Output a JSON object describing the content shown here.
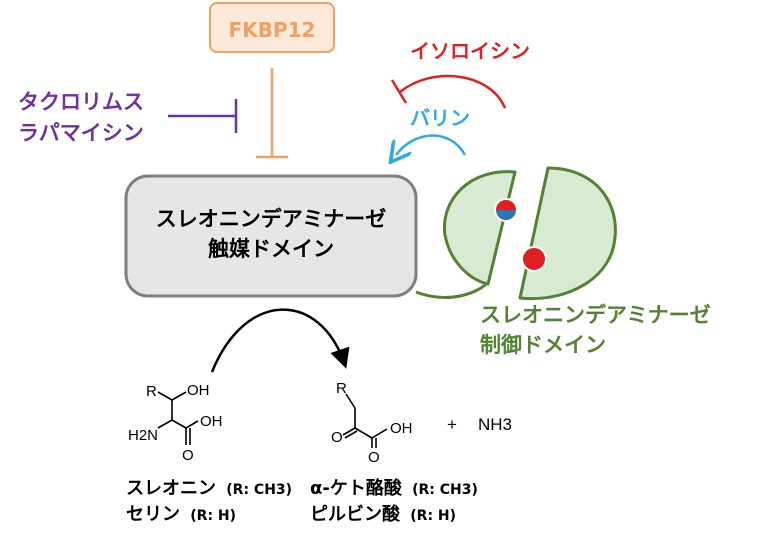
{
  "fkbp": {
    "label": "FKBP12"
  },
  "inhibitor": {
    "line1": "タクロリムス",
    "line2": "ラパマイシン"
  },
  "isoleucine": {
    "label": "イソロイシン"
  },
  "valine": {
    "label": "バリン"
  },
  "catalytic": {
    "line1": "スレオニンデアミナーゼ",
    "line2": "触媒ドメイン"
  },
  "regulatory": {
    "line1": "スレオニンデアミナーゼ",
    "line2": "制御ドメイン"
  },
  "substrate": {
    "r_label": "R",
    "oh_label": "OH",
    "nh2_label": "H2N",
    "cooh_label": "OH",
    "o_label": "O",
    "name1": "スレオニン",
    "name1_suffix": "(R: CH3)",
    "name2": "セリン",
    "name2_suffix": "(R: H)"
  },
  "product": {
    "r_label": "R",
    "oh_label": "OH",
    "o_left": "O",
    "o_bottom": "O",
    "plus": "+",
    "nh3": "NH3",
    "name1": "α-ケト酪酸",
    "name1_suffix": "(R: CH3)",
    "name2": "ピルビン酸",
    "name2_suffix": "(R: H)"
  },
  "colors": {
    "fkbp": "#f0a060",
    "fkbp_fill": "#fde9d9",
    "inhibitor": "#7030a0",
    "isoleucine": "#e02020",
    "valine": "#2eaadc",
    "regulatory": "#548235",
    "regulatory_fill": "#d9ead3",
    "catalytic_fill": "#e6e6e6",
    "catalytic_stroke": "#7f7f7f"
  }
}
